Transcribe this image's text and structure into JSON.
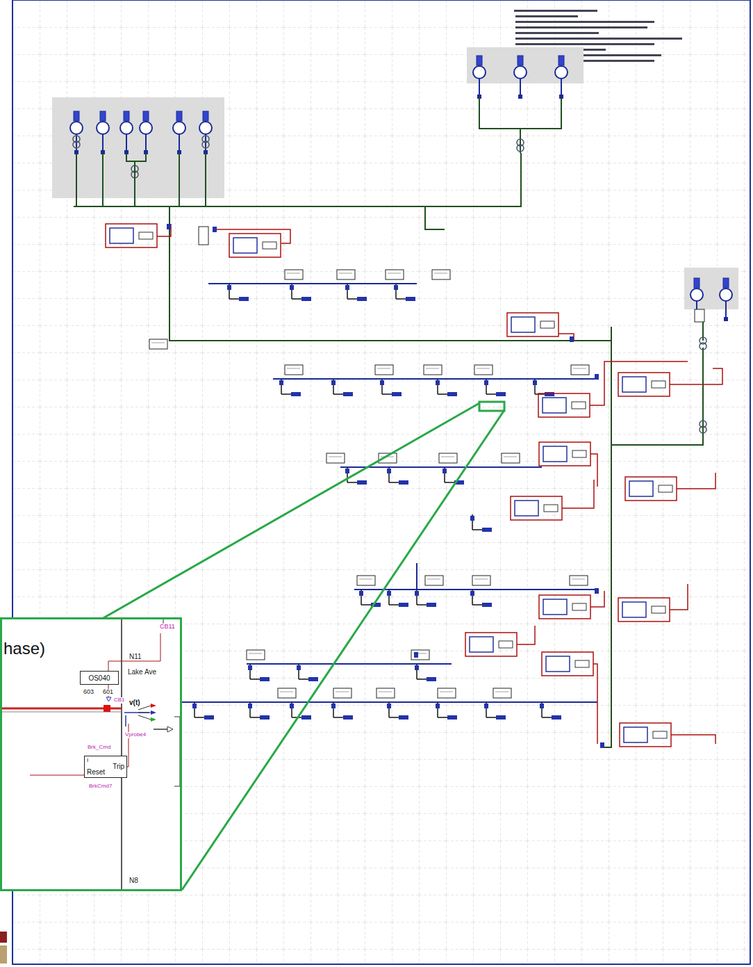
{
  "diagram": {
    "nodes": [
      {
        "text": [
          "hase)"
        ]
      },
      {
        "text": [
          "OS040"
        ],
        "in": 0
      },
      {
        "text": [
          "I",
          "Reset",
          "Trip"
        ],
        "in": 0
      }
    ],
    "labels": [
      "CB11",
      "N11",
      "Lake Ave",
      "603",
      "601",
      "CB1",
      "v(t)",
      "Vprobe4",
      "Brk_Cmd",
      "BrkCmd7",
      "N8"
    ]
  }
}
